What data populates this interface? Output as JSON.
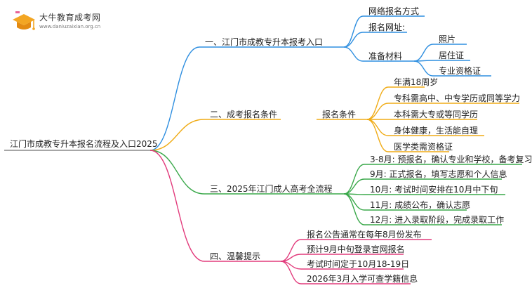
{
  "logo": {
    "name": "大牛教育成考网",
    "url": "www.daniuzaixian.org.cn"
  },
  "root": "江门市成教专升本报名流程及入口2025",
  "branches": [
    {
      "label": "一、江门市成教专升本报考入口",
      "color": "#2f8fe0",
      "children": [
        {
          "label": "网络报名方式"
        },
        {
          "label": "报名网址:"
        },
        {
          "label": "准备材料",
          "children": [
            "照片",
            "居住证",
            "专业资格证"
          ]
        }
      ]
    },
    {
      "label": "二、成考报名条件",
      "color": "#f0ac17",
      "sub": "报名条件",
      "children": [
        "年满18周岁",
        "专科需高中、中专学历或同等学力",
        "本科需大专或等同学历",
        "身体健康，生活能自理",
        "医学类需资格证"
      ]
    },
    {
      "label": "三、2025年江门成人高考全流程",
      "color": "#3aa84a",
      "children": [
        "3-8月: 预报名，确认专业和学校，备考复习",
        "9月: 正式报名，填写志愿和个人信息",
        "10月: 考试时间安排在10月中下旬",
        "11月: 成绩公布，确认志愿",
        "12月: 进入录取阶段，完成录取工作"
      ]
    },
    {
      "label": "四、温馨提示",
      "color": "#e23b7c",
      "children": [
        "报名公告通常在每年8月份发布",
        "预计9月中旬登录官网报名",
        "考试时间定于10月18-19日",
        "2026年3月入学可查学籍信息"
      ]
    }
  ]
}
